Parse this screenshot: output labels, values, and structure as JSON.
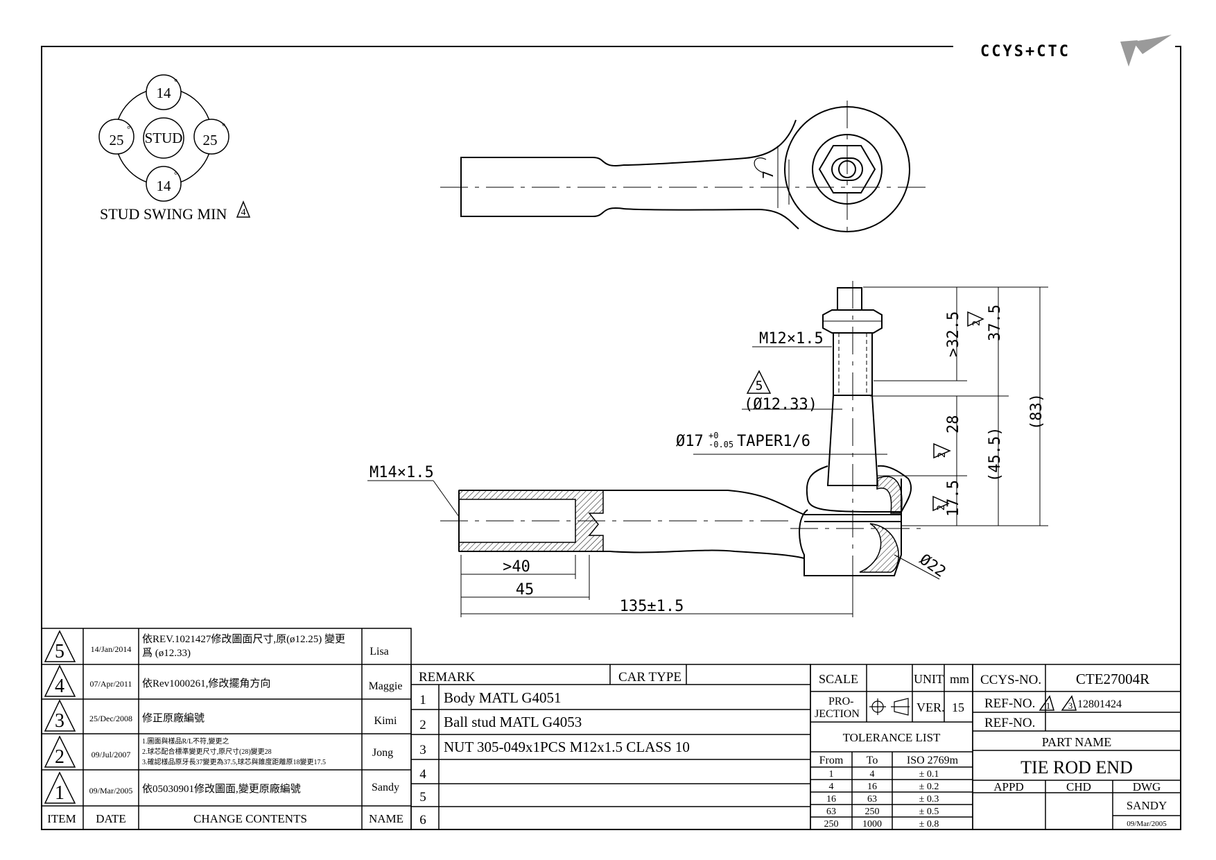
{
  "logo": {
    "text": "CCYS+CTC",
    "brand_color": "#9a9a9a"
  },
  "swing": {
    "center_label": "STUD",
    "top": "14",
    "bottom": "14",
    "left": "25",
    "right": "25",
    "degree_mark": "°",
    "caption": "STUD SWING MIN",
    "revision_mark": "4"
  },
  "dims": {
    "d7": "7",
    "m12": "M12×1.5",
    "d1233": "(Ø12.33)",
    "rev5": "5",
    "taper_main": "Ø17",
    "taper_tol_up": "+0",
    "taper_tol_dn": "-0.05",
    "taper_rest": "TAPER1/6",
    "m14": "M14×1.5",
    "d40": ">40",
    "d45": "45",
    "d135": "135±1.5",
    "d22": "Ø22",
    "d325": ">32.5",
    "d375": "37.5",
    "d83": "(83)",
    "d28": "28",
    "d455": "(45.5)",
    "d175": "17.5",
    "rev2": "2"
  },
  "revisions": {
    "rows": [
      {
        "item": "5",
        "date": "14/Jan/2014",
        "content1": "依REV.1021427修改圖面尺寸,原(ø12.25) 變更",
        "content2": "爲 (ø12.33)",
        "name": "Lisa"
      },
      {
        "item": "4",
        "date": "07/Apr/2011",
        "content1": "依Rev1000261,修改擺角方向",
        "name": "Maggie"
      },
      {
        "item": "3",
        "date": "25/Dec/2008",
        "content1": "修正原廠編號",
        "name": "Kimi"
      },
      {
        "item": "2",
        "date": "09/Jul/2007",
        "content1": "1.圖面與樣品R/L不符,變更之",
        "content2": "2.球芯配合標準變更尺寸,原尺寸(28)變更28",
        "content3": "3.確認樣品原牙長37變更為37.5,球芯與錐度距離原18變更17.5",
        "name": "Jong"
      },
      {
        "item": "1",
        "date": "09/Mar/2005",
        "content1": "依05030901修改圖面,變更原廠編號",
        "name": "Sandy"
      }
    ],
    "headers": {
      "item": "ITEM",
      "date": "DATE",
      "content": "CHANGE CONTENTS",
      "name": "NAME"
    }
  },
  "remark": {
    "label": "REMARK",
    "car_type_label": "CAR TYPE",
    "items": [
      {
        "n": "1",
        "text": "Body MATL G4051"
      },
      {
        "n": "2",
        "text": "Ball stud MATL G4053"
      },
      {
        "n": "3",
        "text": "NUT 305-049x1PCS M12x1.5 CLASS 10"
      },
      {
        "n": "4",
        "text": ""
      },
      {
        "n": "5",
        "text": ""
      },
      {
        "n": "6",
        "text": ""
      }
    ]
  },
  "title_block": {
    "scale_label": "SCALE",
    "unit_label": "UNIT",
    "unit_value": "mm",
    "projection_label_1": "PRO-",
    "projection_label_2": "JECTION",
    "ver_label": "VER.",
    "ver_value": "15",
    "tolerance_title": "TOLERANCE LIST",
    "tol_headers": {
      "from": "From",
      "to": "To",
      "iso": "ISO 2769m"
    },
    "tolerances": [
      {
        "from": "1",
        "to": "4",
        "tol": "± 0.1"
      },
      {
        "from": "4",
        "to": "16",
        "tol": "± 0.2"
      },
      {
        "from": "16",
        "to": "63",
        "tol": "± 0.3"
      },
      {
        "from": "63",
        "to": "250",
        "tol": "± 0.5"
      },
      {
        "from": "250",
        "to": "1000",
        "tol": "± 0.8"
      }
    ],
    "ccys_no_label": "CCYS-NO.",
    "ccys_no": "CTE27004R",
    "ref_no_label": "REF-NO.",
    "ref_rev_a": "1",
    "ref_rev_b": "3",
    "ref_no_value": "12801424",
    "ref_no2_label": "REF-NO.",
    "part_name_label": "PART NAME",
    "part_name": "TIE ROD END",
    "appd_label": "APPD",
    "chd_label": "CHD",
    "dwg_label": "DWG",
    "dwg_name": "SANDY",
    "dwg_date": "09/Mar/2005"
  }
}
